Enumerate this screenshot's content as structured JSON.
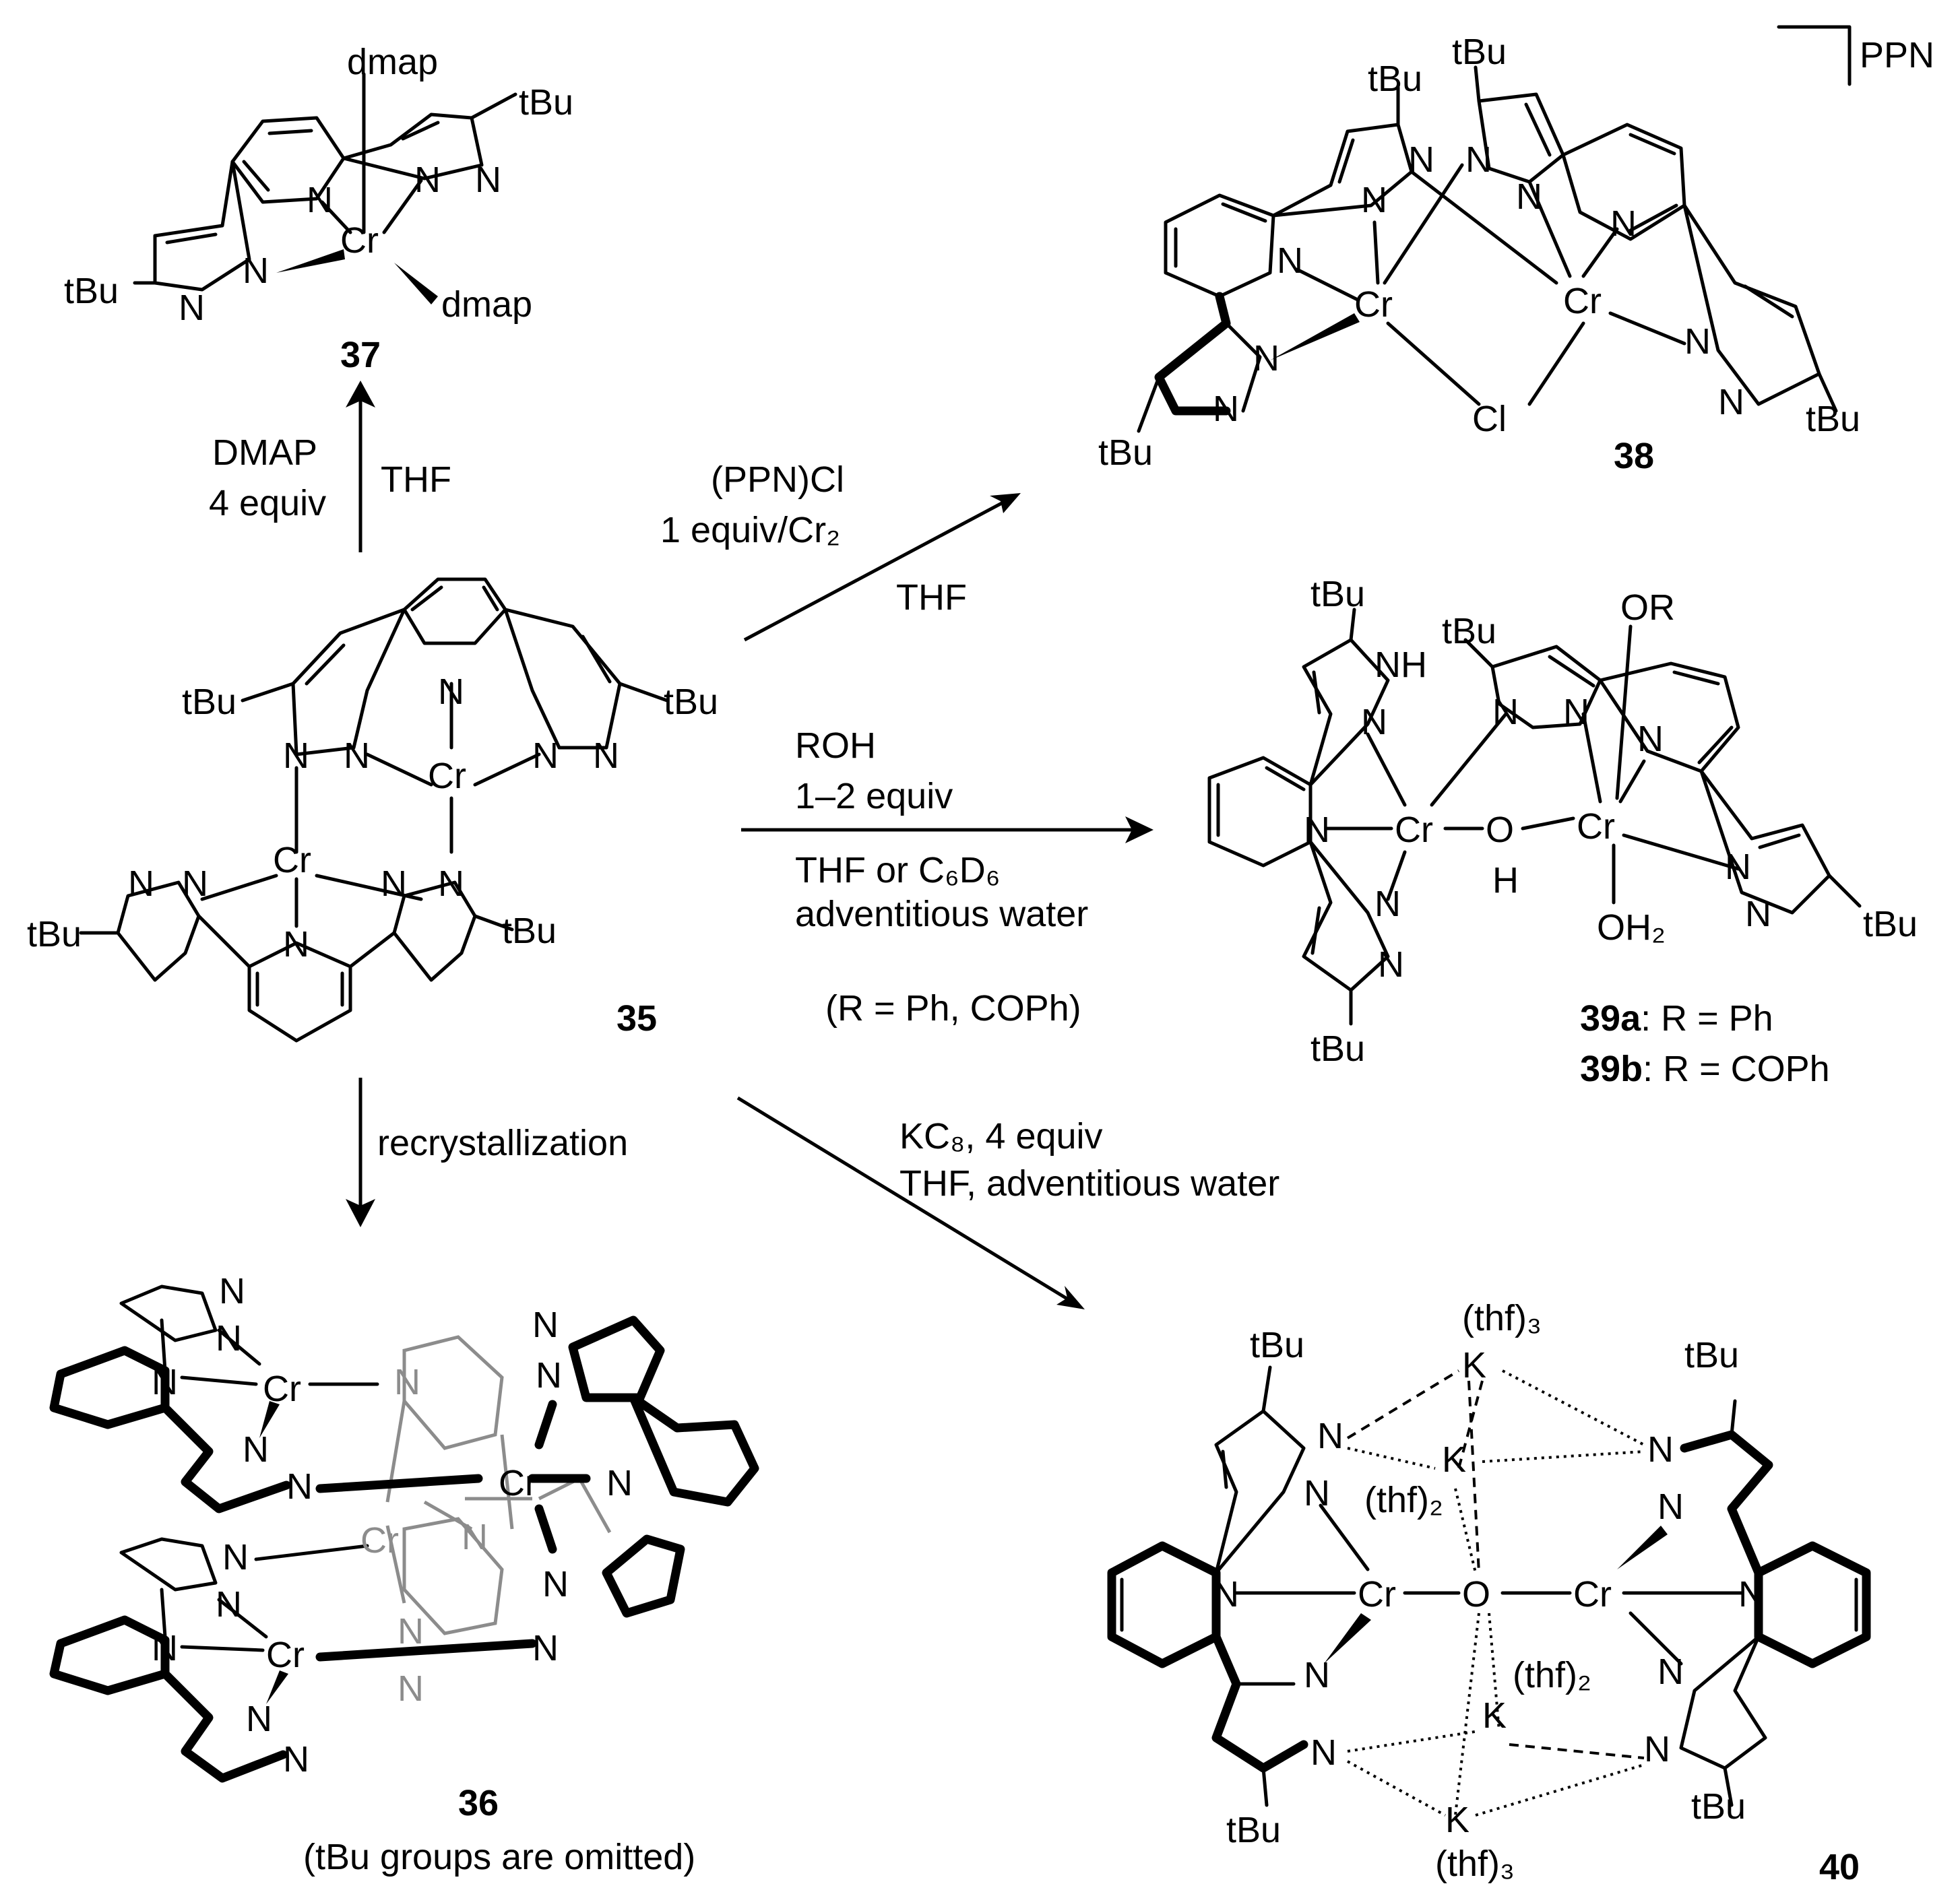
{
  "compounds": {
    "c35": {
      "number": "35"
    },
    "c36": {
      "number": "36",
      "note": "(tBu groups are omitted)"
    },
    "c37": {
      "number": "37"
    },
    "c38": {
      "number": "38",
      "counterion": "PPN"
    },
    "c39": {
      "number_a": "39a",
      "r_a": ": R = Ph",
      "number_b": "39b",
      "r_b": ": R = COPh"
    },
    "c40": {
      "number": "40"
    }
  },
  "reactions": {
    "to37": {
      "reagent": "DMAP",
      "amount": "4 equiv",
      "solvent": "THF"
    },
    "to38": {
      "reagent": "(PPN)Cl",
      "amount": "1 equiv/Cr₂",
      "solvent": "THF"
    },
    "to39": {
      "reagent": "ROH",
      "amount": "1–2 equiv",
      "solvent": "THF or C₆D₆",
      "additive": "adventitious water",
      "scope": "(R = Ph, COPh)"
    },
    "to36": {
      "condition": "recrystallization"
    },
    "to40": {
      "reagent": "KC₈, 4 equiv",
      "solvent": "THF, adventitious water"
    }
  },
  "atoms": {
    "cr": "Cr",
    "n": "N",
    "nh": "NH",
    "o": "O",
    "h": "H",
    "k": "K",
    "cl": "Cl",
    "tbu": "tBu",
    "dmap": "dmap",
    "or": "OR",
    "oh2": "OH₂",
    "thf3": "(thf)₃",
    "thf2": "(thf)₂"
  }
}
